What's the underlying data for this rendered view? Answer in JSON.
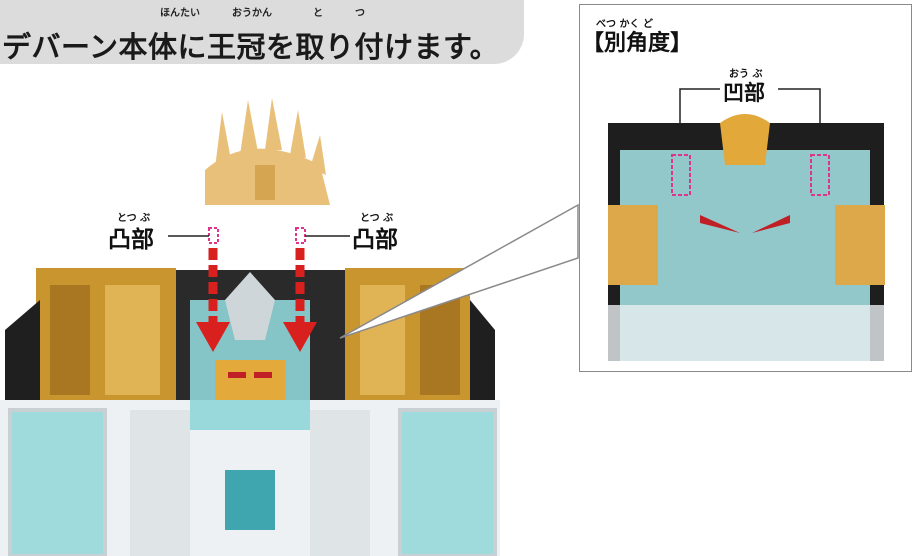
{
  "instruction": {
    "text": "デバーン本体に王冠を取り付けます。",
    "ruby": {
      "hontai": "ほんたい",
      "oukan": "おうかん",
      "to": "と",
      "tsu": "つ"
    }
  },
  "main_labels": {
    "left_label": "凸部",
    "left_ruby": "とつ ぶ",
    "right_label": "凸部",
    "right_ruby": "とつ ぶ"
  },
  "angle_panel": {
    "title": "【別角度】",
    "title_ruby": "べつ かく ど",
    "recess_label": "凹部",
    "recess_ruby": "おう ぶ"
  },
  "colors": {
    "gold": "#d9a43a",
    "crown": "#e9c07a",
    "clear_teal": "#8fd6d8",
    "arrow_red": "#d8211f",
    "highlight_pink": "#e0338b"
  },
  "icons": [
    "down-arrow-icon",
    "callout-pointer"
  ]
}
